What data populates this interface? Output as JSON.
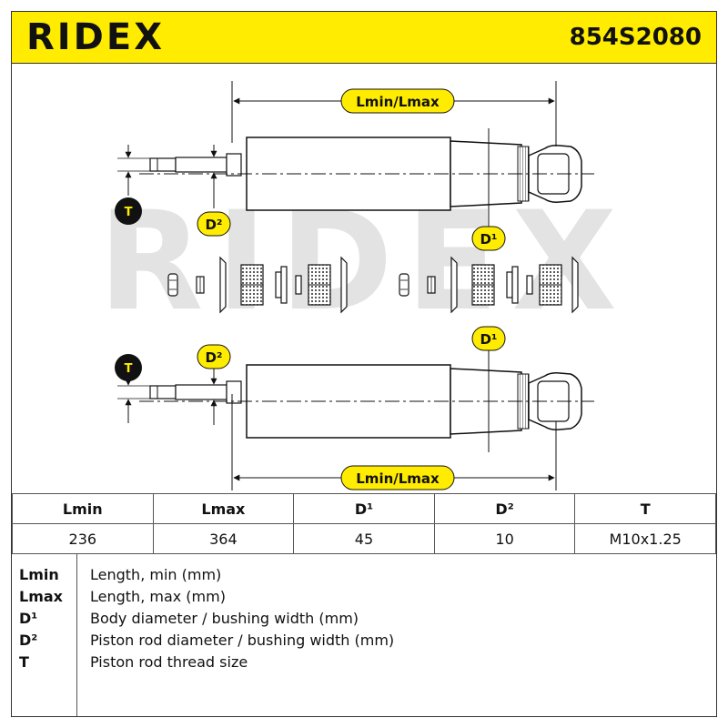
{
  "header": {
    "brand": "RIDEX",
    "part_number": "854S2080"
  },
  "diagram": {
    "top_length_label": "Lmin/Lmax",
    "bottom_length_label": "Lmin/Lmax",
    "top_thread_label": "T",
    "top_rod_label": "D²",
    "top_body_label": "D¹",
    "bottom_body_label": "D¹",
    "bottom_rod_label": "D²",
    "bottom_thread_label": "T",
    "watermark": "RIDEX"
  },
  "colors": {
    "accent": "#ffec00",
    "ink": "#111111",
    "watermark": "#e3e3e3"
  },
  "spec_table": {
    "headers": [
      "Lmin",
      "Lmax",
      "D¹",
      "D²",
      "T"
    ],
    "values": [
      "236",
      "364",
      "45",
      "10",
      "M10x1.25"
    ]
  },
  "legend": [
    {
      "key": "Lmin",
      "desc": "Length, min (mm)"
    },
    {
      "key": "Lmax",
      "desc": "Length, max (mm)"
    },
    {
      "key": "D¹",
      "desc": "Body diameter / bushing width (mm)"
    },
    {
      "key": "D²",
      "desc": "Piston rod diameter / bushing width (mm)"
    },
    {
      "key": "T",
      "desc": "Piston rod thread size"
    }
  ]
}
